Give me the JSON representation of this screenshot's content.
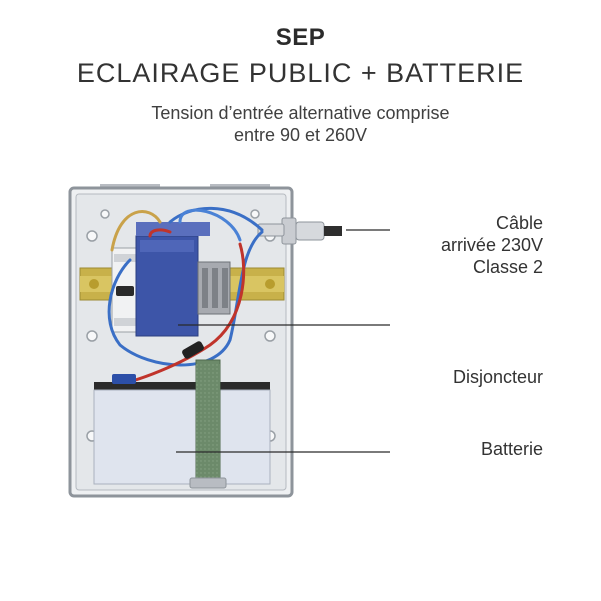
{
  "header": {
    "title": "SEP",
    "subtitle": "ECLAIRAGE PUBLIC + BATTERIE",
    "description_line1": "Tension d’entrée alternative comprise",
    "description_line2": "entre 90 et 260V"
  },
  "labels": {
    "cable_line1": "Câble",
    "cable_line2": "arrivée 230V",
    "cable_line3": "Classe 2",
    "disjoncteur": "Disjoncteur",
    "batterie": "Batterie"
  },
  "colors": {
    "din_rail": "#c8b14a",
    "transformer": "#3d55a8",
    "battery": "#dfe4ee",
    "strap": "#6c8a6a",
    "enclosure": "#e9ebee"
  }
}
